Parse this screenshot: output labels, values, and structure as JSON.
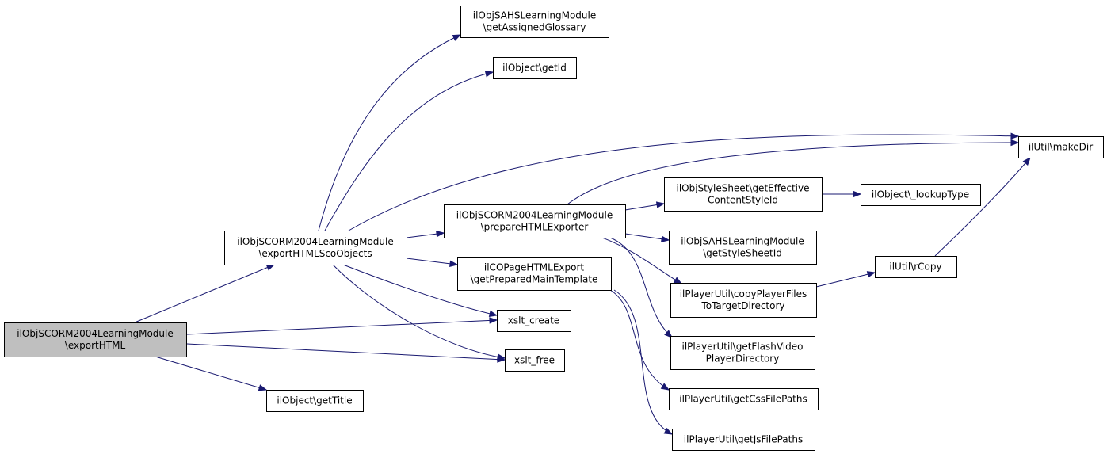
{
  "nodes": [
    {
      "id": "exportHTML",
      "lines": [
        "ilObjSCORM2004LearningModule",
        "\\exportHTML"
      ],
      "highlighted": true
    },
    {
      "id": "exportHTMLScoObjects",
      "lines": [
        "ilObjSCORM2004LearningModule",
        "\\exportHTMLScoObjects"
      ]
    },
    {
      "id": "getAssignedGlossary",
      "lines": [
        "ilObjSAHSLearningModule",
        "\\getAssignedGlossary"
      ]
    },
    {
      "id": "getId",
      "lines": [
        "ilObject\\getId"
      ]
    },
    {
      "id": "prepareHTMLExporter",
      "lines": [
        "ilObjSCORM2004LearningModule",
        "\\prepareHTMLExporter"
      ]
    },
    {
      "id": "getPreparedMainTemplate",
      "lines": [
        "ilCOPageHTMLExport",
        "\\getPreparedMainTemplate"
      ]
    },
    {
      "id": "xslt_create",
      "lines": [
        "xslt_create"
      ]
    },
    {
      "id": "xslt_free",
      "lines": [
        "xslt_free"
      ]
    },
    {
      "id": "getTitle",
      "lines": [
        "ilObject\\getTitle"
      ]
    },
    {
      "id": "makeDir",
      "lines": [
        "ilUtil\\makeDir"
      ]
    },
    {
      "id": "getEffectiveContentStyleId",
      "lines": [
        "ilObjStyleSheet\\getEffective",
        "ContentStyleId"
      ]
    },
    {
      "id": "lookupType",
      "lines": [
        "ilObject\\_lookupType"
      ]
    },
    {
      "id": "getStyleSheetId",
      "lines": [
        "ilObjSAHSLearningModule",
        "\\getStyleSheetId"
      ]
    },
    {
      "id": "rCopy",
      "lines": [
        "ilUtil\\rCopy"
      ]
    },
    {
      "id": "copyPlayerFiles",
      "lines": [
        "ilPlayerUtil\\copyPlayerFiles",
        "ToTargetDirectory"
      ]
    },
    {
      "id": "getFlashVideoPlayerDirectory",
      "lines": [
        "ilPlayerUtil\\getFlashVideo",
        "PlayerDirectory"
      ]
    },
    {
      "id": "getCssFilePaths",
      "lines": [
        "ilPlayerUtil\\getCssFilePaths"
      ]
    },
    {
      "id": "getJsFilePaths",
      "lines": [
        "ilPlayerUtil\\getJsFilePaths"
      ]
    }
  ],
  "edges": [
    {
      "from": "exportHTML",
      "to": "exportHTMLScoObjects"
    },
    {
      "from": "exportHTML",
      "to": "xslt_create"
    },
    {
      "from": "exportHTML",
      "to": "xslt_free"
    },
    {
      "from": "exportHTML",
      "to": "getTitle"
    },
    {
      "from": "exportHTMLScoObjects",
      "to": "getAssignedGlossary"
    },
    {
      "from": "exportHTMLScoObjects",
      "to": "getId"
    },
    {
      "from": "exportHTMLScoObjects",
      "to": "makeDir"
    },
    {
      "from": "exportHTMLScoObjects",
      "to": "prepareHTMLExporter"
    },
    {
      "from": "exportHTMLScoObjects",
      "to": "getPreparedMainTemplate"
    },
    {
      "from": "exportHTMLScoObjects",
      "to": "xslt_create"
    },
    {
      "from": "exportHTMLScoObjects",
      "to": "xslt_free"
    },
    {
      "from": "prepareHTMLExporter",
      "to": "makeDir"
    },
    {
      "from": "prepareHTMLExporter",
      "to": "getEffectiveContentStyleId"
    },
    {
      "from": "prepareHTMLExporter",
      "to": "getStyleSheetId"
    },
    {
      "from": "prepareHTMLExporter",
      "to": "copyPlayerFiles"
    },
    {
      "from": "prepareHTMLExporter",
      "to": "getFlashVideoPlayerDirectory"
    },
    {
      "from": "getPreparedMainTemplate",
      "to": "getCssFilePaths"
    },
    {
      "from": "getPreparedMainTemplate",
      "to": "getJsFilePaths"
    },
    {
      "from": "getEffectiveContentStyleId",
      "to": "lookupType"
    },
    {
      "from": "copyPlayerFiles",
      "to": "rCopy"
    },
    {
      "from": "rCopy",
      "to": "makeDir"
    }
  ],
  "colors": {
    "edge": "#191970",
    "node_fill": "#ffffff",
    "highlighted_fill": "#bfbfbf",
    "border": "#000000"
  }
}
